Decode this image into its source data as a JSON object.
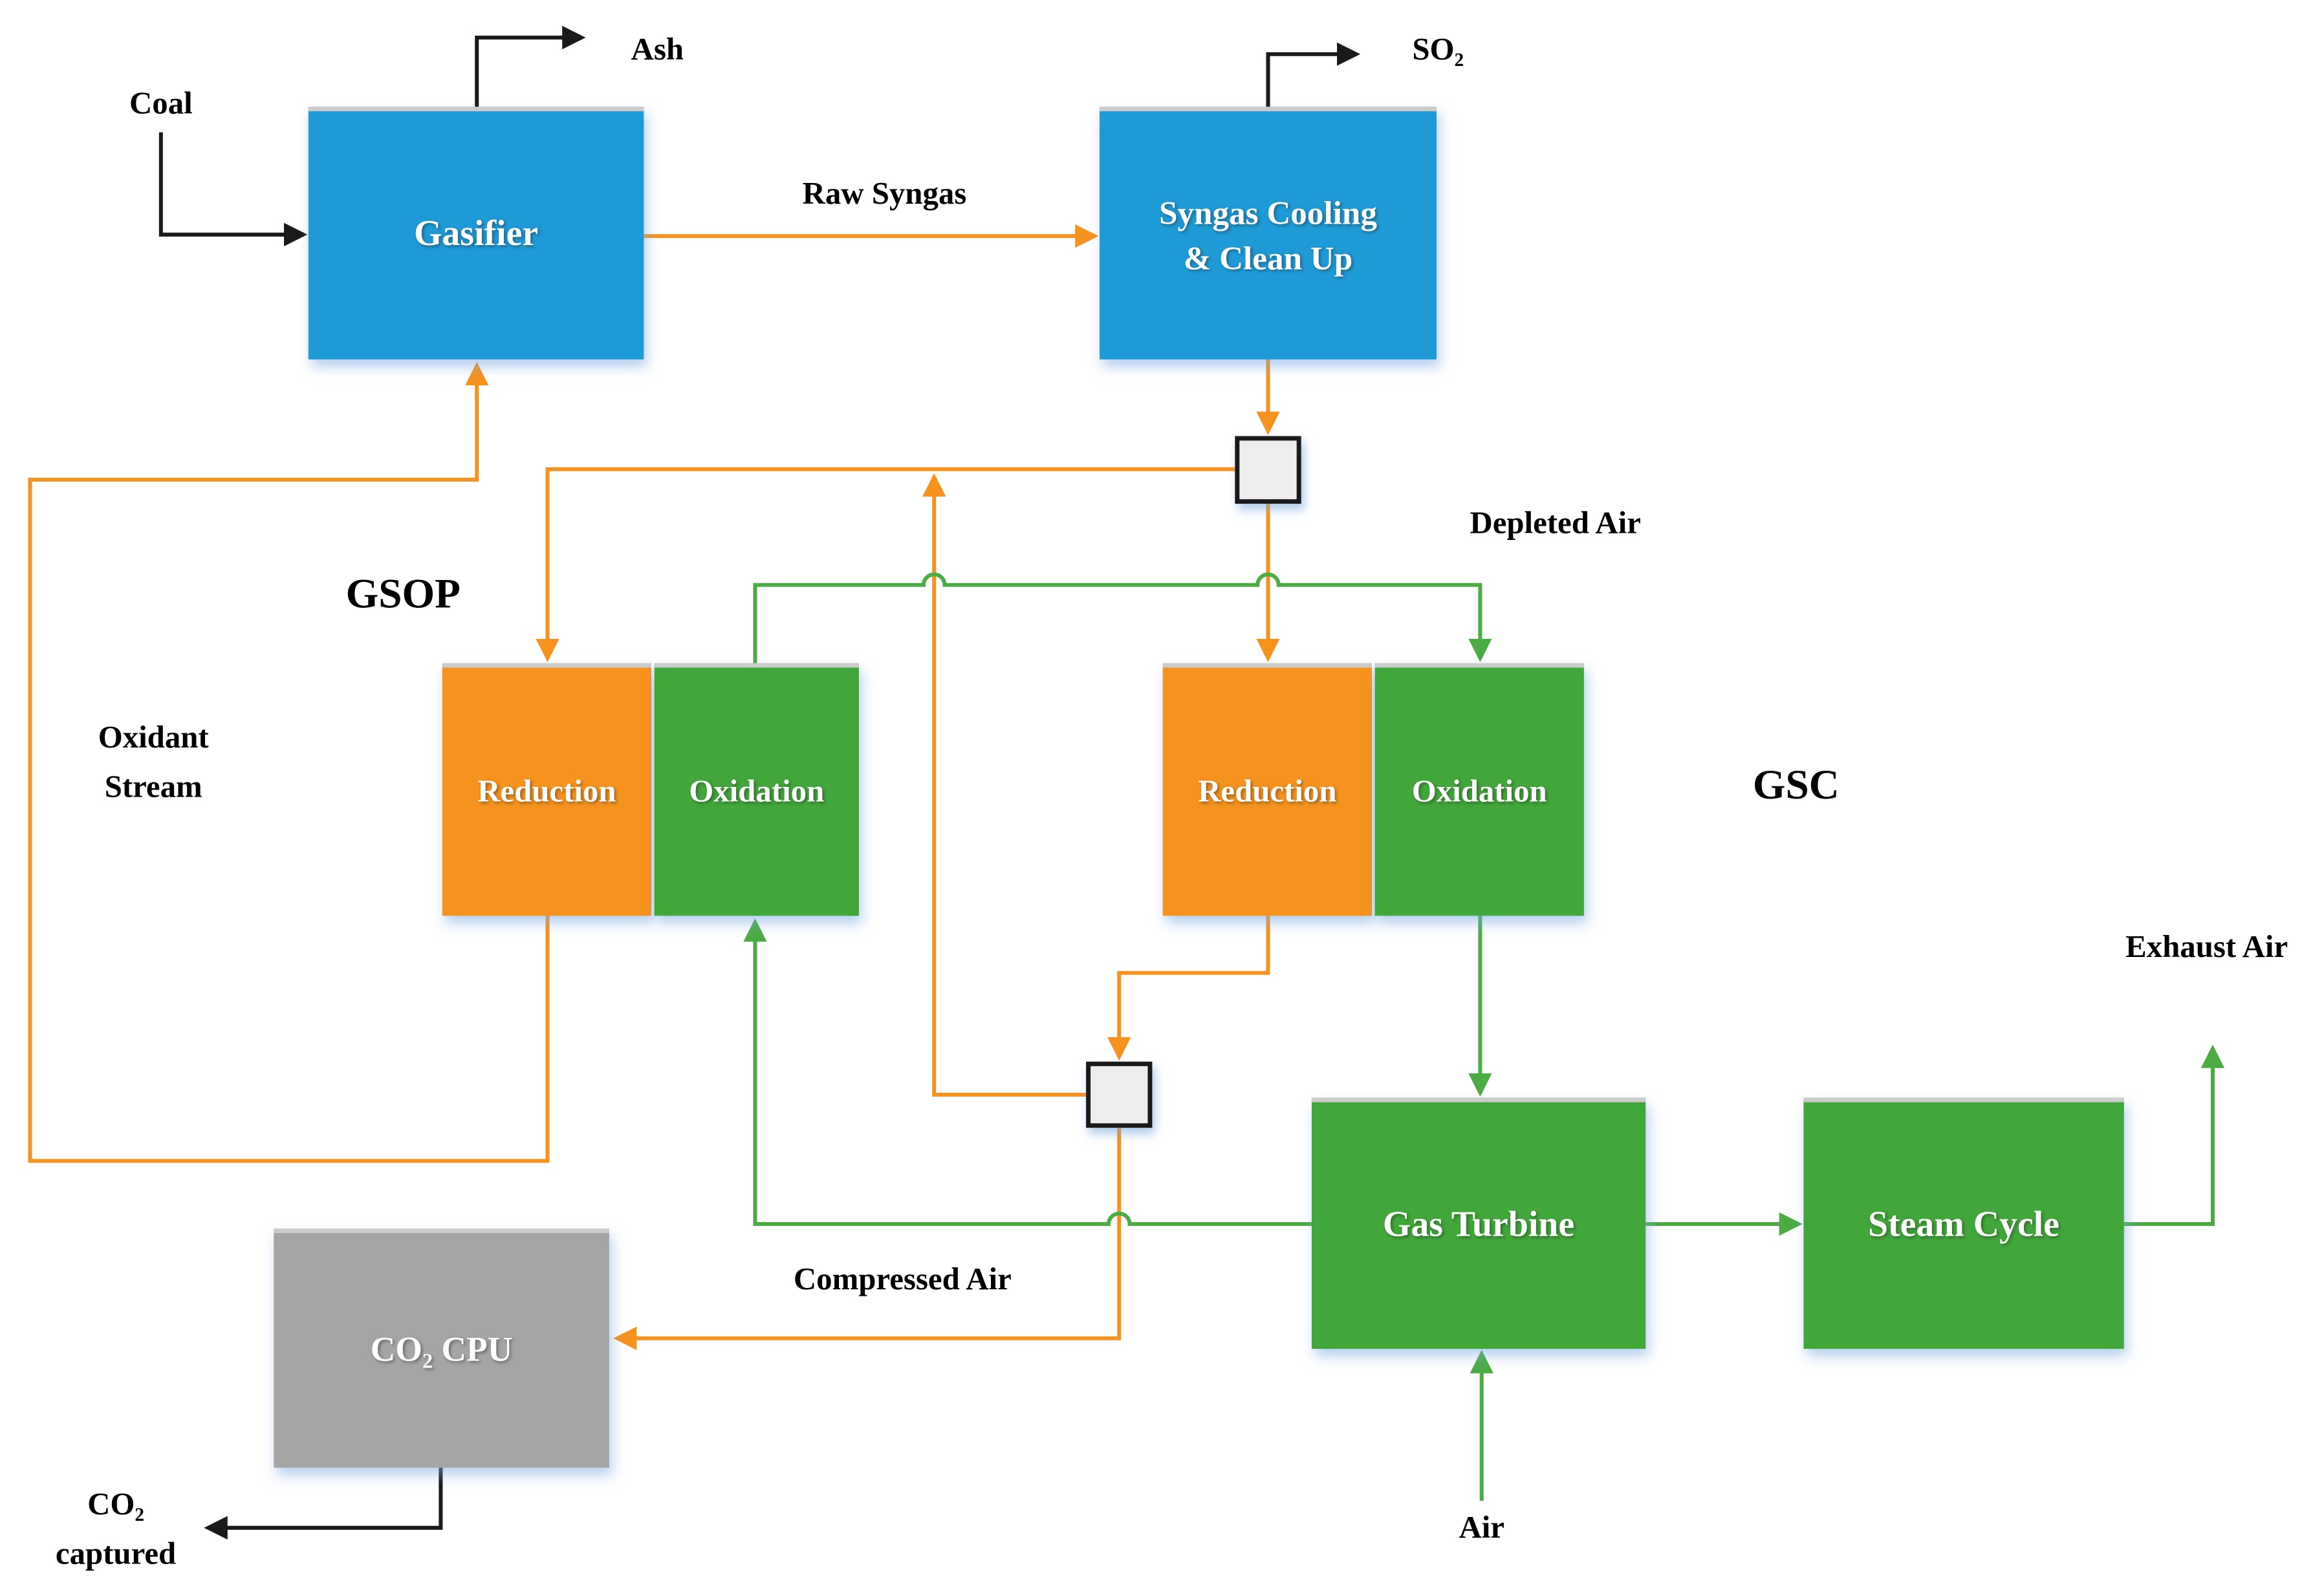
{
  "boxes": {
    "gasifier": {
      "label": "Gasifier"
    },
    "syngas_cooling": {
      "line1": "Syngas Cooling",
      "line2": "& Clean Up"
    },
    "gsop_reduction": {
      "label": "Reduction"
    },
    "gsop_oxidation": {
      "label": "Oxidation"
    },
    "gsc_reduction": {
      "label": "Reduction"
    },
    "gsc_oxidation": {
      "label": "Oxidation"
    },
    "gas_turbine": {
      "label": "Gas Turbine"
    },
    "steam_cycle": {
      "label": "Steam Cycle"
    },
    "co2_cpu": {
      "label": "CO₂ CPU"
    }
  },
  "stream_labels": {
    "coal": "Coal",
    "ash": "Ash",
    "raw_syngas": "Raw Syngas",
    "so2": "SO₂",
    "depleted_air": "Depleted Air",
    "gsop": "GSOP",
    "gsc": "GSC",
    "oxidant_line1": "Oxidant",
    "oxidant_line2": "Stream",
    "compressed_air": "Compressed Air",
    "exhaust_air": "Exhaust Air",
    "air": "Air",
    "co2_captured_line1": "CO₂",
    "co2_captured_line2": "captured"
  },
  "colors": {
    "process_blue": "#1E9AD6",
    "reduction_orange": "#F6921E",
    "oxidation_green": "#41A73A",
    "cpu_gray": "#A5A5A5",
    "orange_stream_line": "#F6921E",
    "green_stream_line": "#4CAC44",
    "black_stream_line": "#1A1A1A",
    "splitter_fill": "#EDEDED"
  }
}
